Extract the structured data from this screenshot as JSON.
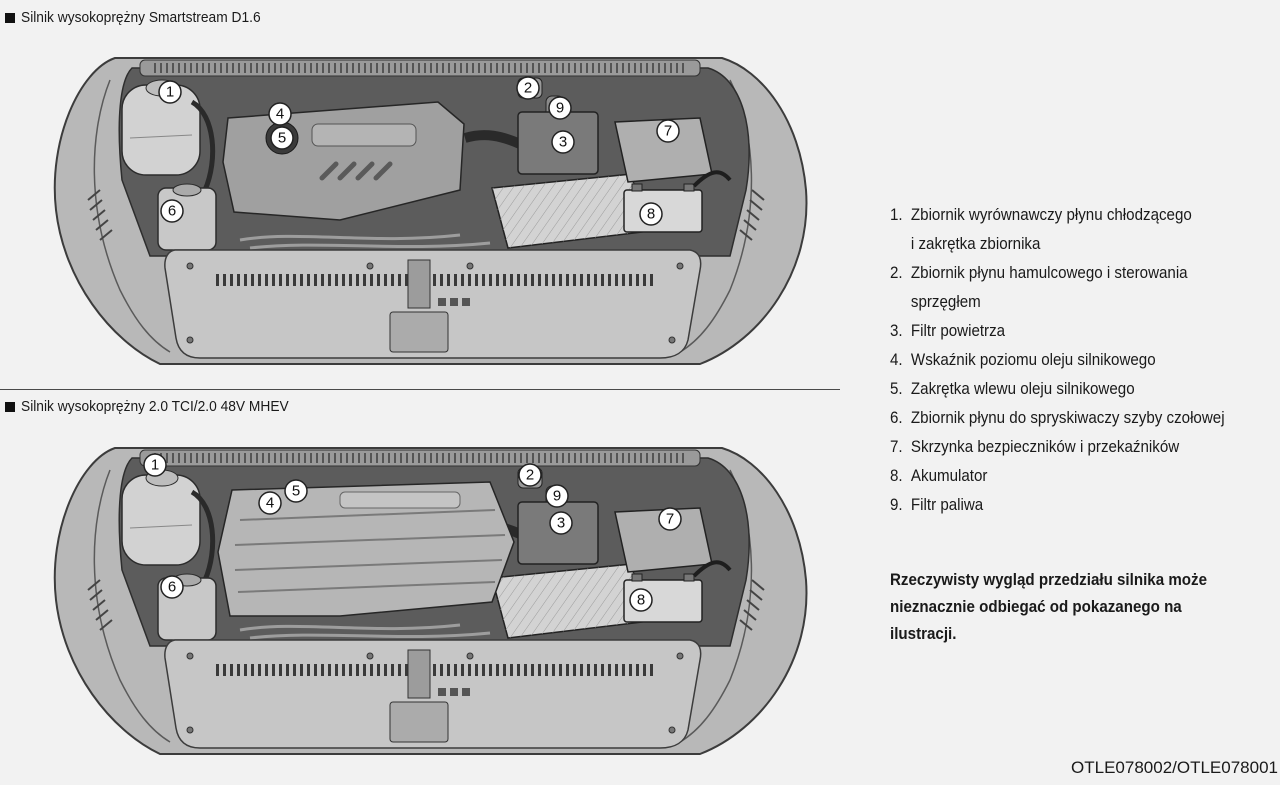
{
  "sections": [
    {
      "label": "Silnik wysokoprężny Smartstream D1.6"
    },
    {
      "label": "Silnik wysokoprężny 2.0 TCI/2.0 48V MHEV"
    }
  ],
  "callouts": [
    "1",
    "2",
    "3",
    "4",
    "5",
    "6",
    "7",
    "8",
    "9"
  ],
  "legend": [
    {
      "number": "1.",
      "lines": [
        "Zbiornik wyrównawczy płynu chłodzącego",
        "i zakrętka zbiornika"
      ]
    },
    {
      "number": "2.",
      "lines": [
        "Zbiornik płynu hamulcowego i sterowania",
        "sprzęgłem"
      ]
    },
    {
      "number": "3.",
      "lines": [
        "Filtr powietrza"
      ]
    },
    {
      "number": "4.",
      "lines": [
        "Wskaźnik poziomu oleju silnikowego"
      ]
    },
    {
      "number": "5.",
      "lines": [
        "Zakrętka wlewu oleju silnikowego"
      ]
    },
    {
      "number": "6.",
      "lines": [
        "Zbiornik płynu do spryskiwaczy szyby czołowej"
      ]
    },
    {
      "number": "7.",
      "lines": [
        "Skrzynka bezpieczników i przekaźników"
      ]
    },
    {
      "number": "8.",
      "lines": [
        "Akumulator"
      ]
    },
    {
      "number": "9.",
      "lines": [
        "Filtr paliwa"
      ]
    }
  ],
  "note": {
    "lines": [
      "Rzeczywisty wygląd przedziału silnika może",
      "nieznacznie odbiegać od pokazanego na",
      "ilustracji."
    ]
  },
  "figure_code": "OTLE078002/OTLE078001"
}
